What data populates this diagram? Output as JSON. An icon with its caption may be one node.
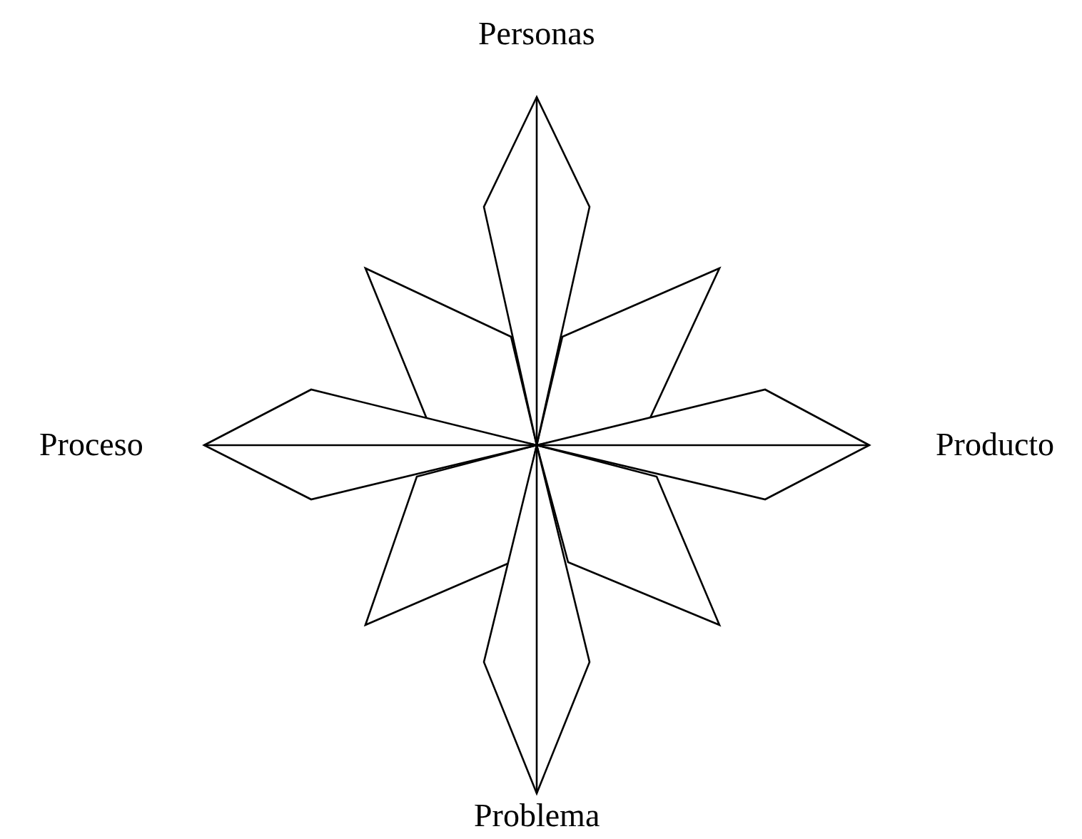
{
  "diagram": {
    "labels": [
      "Personas",
      "Proceso",
      "Producto",
      "Problema"
    ]
  }
}
